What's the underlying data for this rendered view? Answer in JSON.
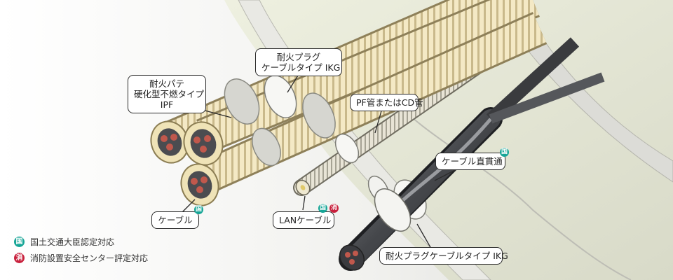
{
  "labels": {
    "ipf": [
      "耐火パテ",
      "硬化型不燃タイプ",
      "IPF"
    ],
    "ikg_top": [
      "耐火プラグ",
      "ケーブルタイプ IKG"
    ],
    "pf_cd": "PF管またはCD管",
    "cable_direct": "ケーブル直貫通",
    "cable": "ケーブル",
    "lan": "LANケーブル",
    "ikg_bottom": "耐火プラグケーブルタイプ IKG"
  },
  "badges": {
    "kuni": "国",
    "sho": "消"
  },
  "legend": [
    {
      "badge": "国",
      "text": "国土交通大臣認定対応"
    },
    {
      "badge": "消",
      "text": "消防設置安全センター評定対応"
    }
  ],
  "colors": {
    "badge_green": "#16a596",
    "badge_red": "#c8213d",
    "insulation": "#f3e7bf",
    "copper": "#c0584c"
  }
}
